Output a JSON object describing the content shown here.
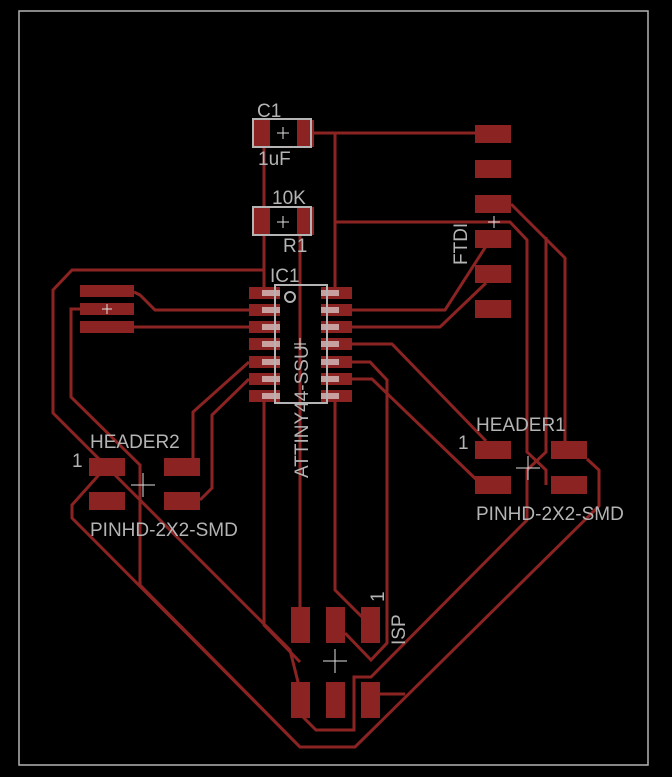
{
  "board": {
    "colors": {
      "background": "#000000",
      "copper": "#8c2323",
      "silkscreen": "#b4b4b4"
    },
    "components": {
      "c1": {
        "name": "C1",
        "value": "1uF"
      },
      "r1": {
        "name": "R1",
        "value": "10K"
      },
      "ic1": {
        "name": "IC1",
        "value": "ATTINY44-SSU"
      },
      "ftdi": {
        "name": "FTDI"
      },
      "header1": {
        "name": "HEADER1",
        "value": "PINHD-2X2-SMD",
        "pin1": "1"
      },
      "header2": {
        "name": "HEADER2",
        "value": "PINHD-2X2-SMD",
        "pin1": "1"
      },
      "isp": {
        "name": "ISP",
        "pin1": "1"
      }
    }
  }
}
